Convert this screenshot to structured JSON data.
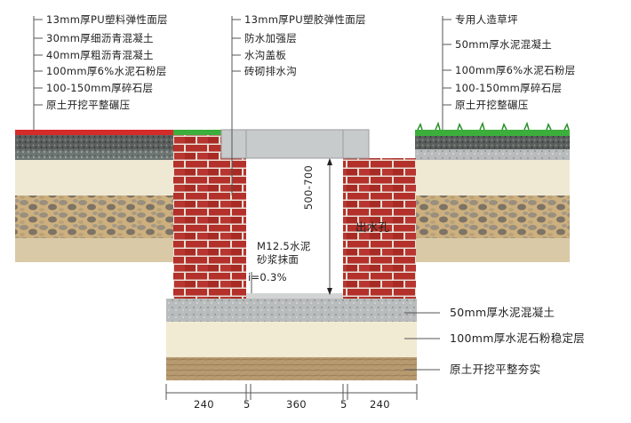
{
  "left_labels": [
    "13mm厚PU塑料弹性面层",
    "30mm厚细沥青混凝土",
    "40mm厚粗沥青混凝土",
    "100mm厚6%水泥石粉层",
    "100-150mm厚碎石层",
    "原土开挖平整碾压"
  ],
  "middle_labels": [
    "13mm厚PU塑胶弹性面层",
    "防水加强层",
    "水沟盖板",
    "砖砌排水沟"
  ],
  "right_labels": [
    "专用人造草坪",
    "50mm厚水泥混凝土",
    "100mm厚6%水泥石粉层",
    "100-150mm厚碎石层",
    "原土开挖整碾压"
  ],
  "bottom_labels": [
    "50mm厚水泥混凝土",
    "100mm厚水泥石粉稳定层",
    "原土开挖平整夯实"
  ],
  "depth_label": "500-700",
  "outlet_label": "出水孔",
  "mortar_label_1": "M12.5水泥",
  "mortar_label_2": "砂浆抹面",
  "slope_label": "i=0.3%",
  "dims": [
    "240",
    "5",
    "360",
    "5",
    "240"
  ],
  "colors": {
    "pu_surface": "#d42b2b",
    "turf": "#3cae3c",
    "brick": "#b5302a",
    "concrete": "#c8c8c8"
  }
}
